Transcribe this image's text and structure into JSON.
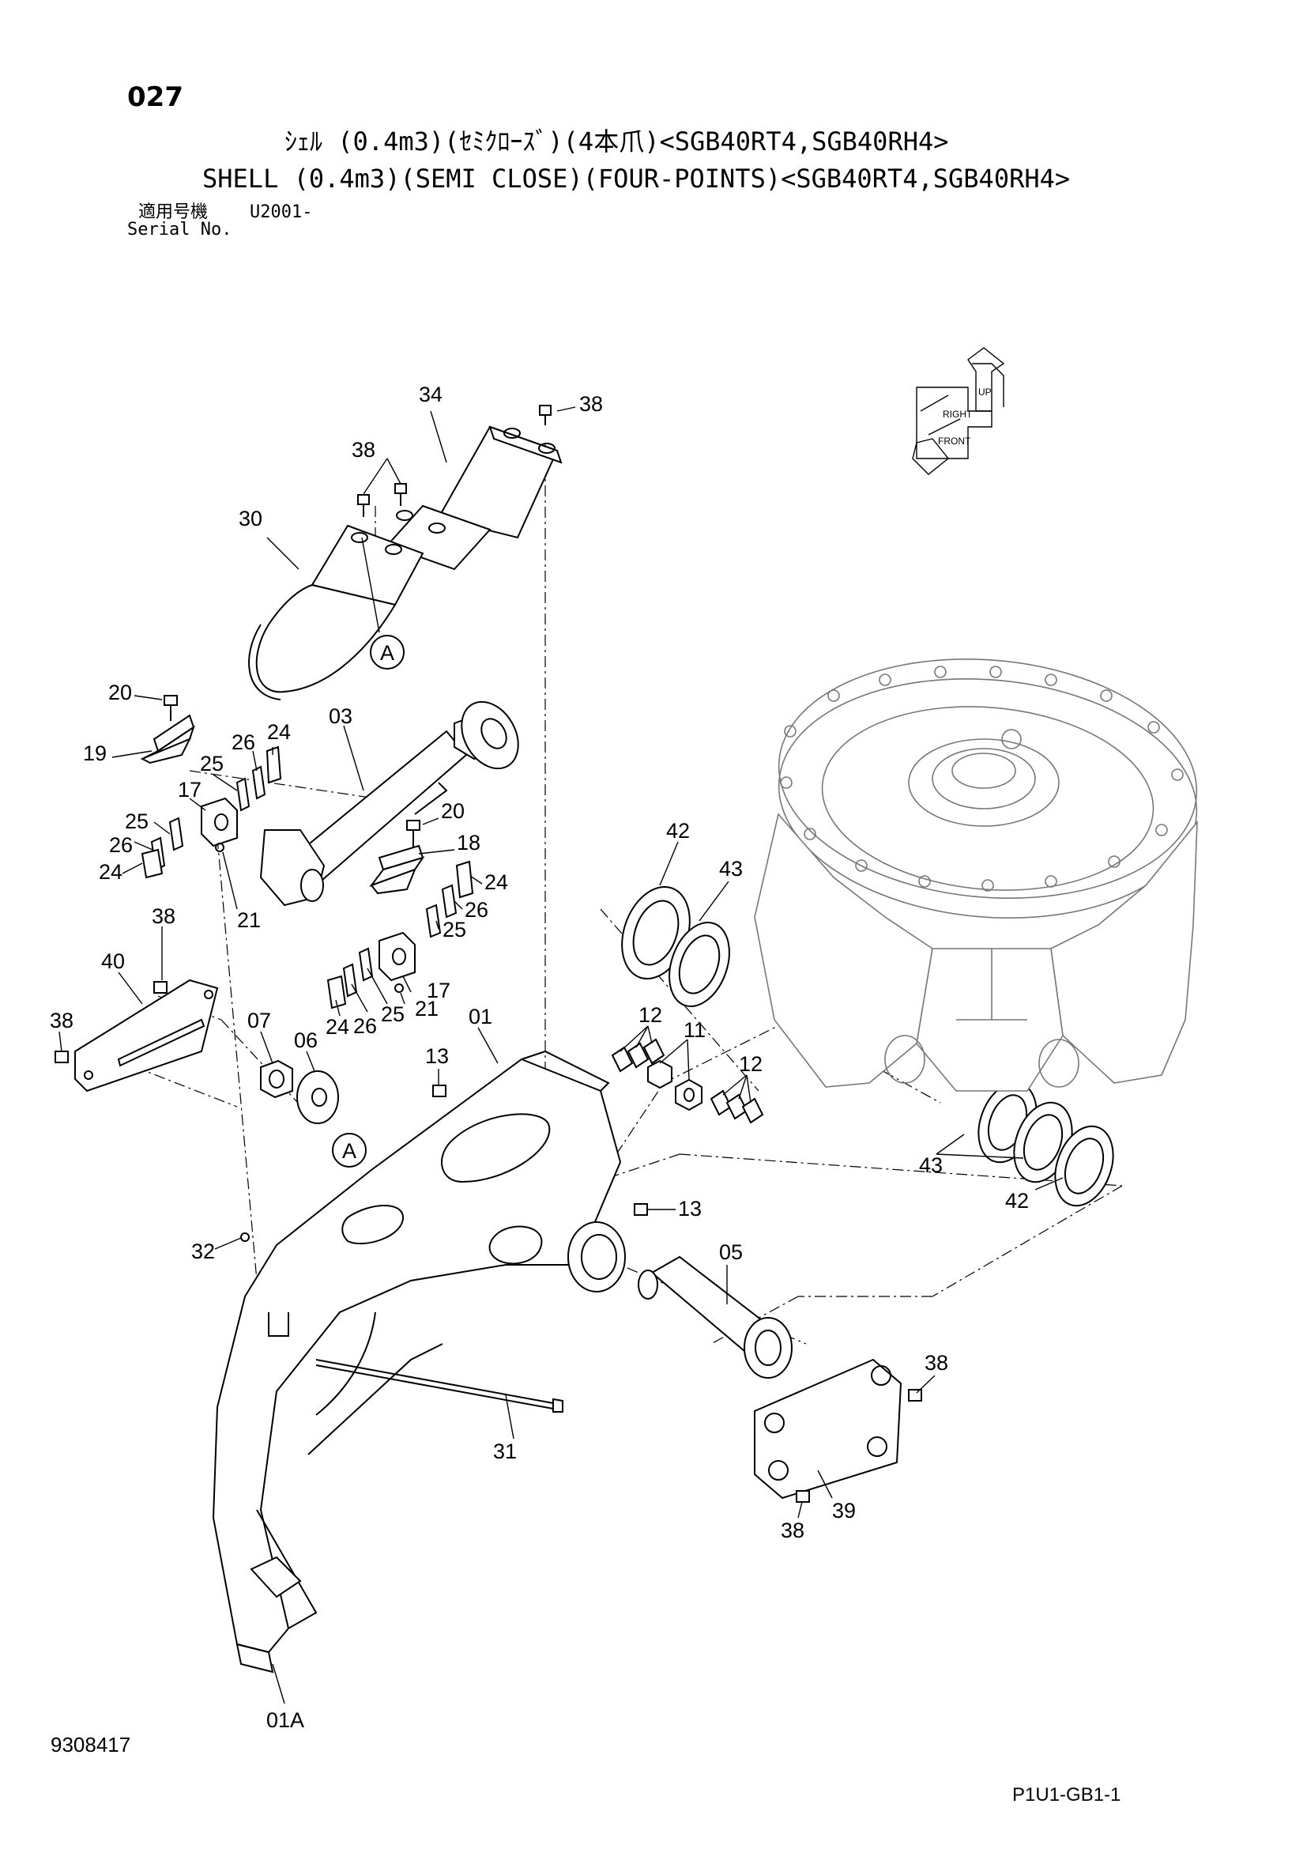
{
  "header": {
    "page_no": "027",
    "title_jp": "ｼｪﾙ (0.4m3)(ｾﾐｸﾛｰｽﾞ)(4本爪)<SGB40RT4,SGB40RH4>",
    "title_en": "SHELL (0.4m3)(SEMI CLOSE)(FOUR-POINTS)<SGB40RT4,SGB40RH4>",
    "serial_label_jp": "適用号機",
    "serial_value": "U2001-",
    "serial_label_en": "Serial No."
  },
  "callouts": [
    {
      "id": "c34",
      "text": "34"
    },
    {
      "id": "c38a",
      "text": "38"
    },
    {
      "id": "c38b",
      "text": "38"
    },
    {
      "id": "c30",
      "text": "30"
    },
    {
      "id": "cA1",
      "text": "A"
    },
    {
      "id": "c20a",
      "text": "20"
    },
    {
      "id": "c19",
      "text": "19"
    },
    {
      "id": "c03",
      "text": "03"
    },
    {
      "id": "c26a",
      "text": "26"
    },
    {
      "id": "c24a",
      "text": "24"
    },
    {
      "id": "c25a",
      "text": "25"
    },
    {
      "id": "c17a",
      "text": "17"
    },
    {
      "id": "c25b",
      "text": "25"
    },
    {
      "id": "c26b",
      "text": "26"
    },
    {
      "id": "c24b",
      "text": "24"
    },
    {
      "id": "c21a",
      "text": "21"
    },
    {
      "id": "c20b",
      "text": "20"
    },
    {
      "id": "c18",
      "text": "18"
    },
    {
      "id": "c24c",
      "text": "24"
    },
    {
      "id": "c26c",
      "text": "26"
    },
    {
      "id": "c25c",
      "text": "25"
    },
    {
      "id": "c17b",
      "text": "17"
    },
    {
      "id": "c21b",
      "text": "21"
    },
    {
      "id": "c25d",
      "text": "25"
    },
    {
      "id": "c26d",
      "text": "26"
    },
    {
      "id": "c24d",
      "text": "24"
    },
    {
      "id": "c42a",
      "text": "42"
    },
    {
      "id": "c43a",
      "text": "43"
    },
    {
      "id": "c38c",
      "text": "38"
    },
    {
      "id": "c40",
      "text": "40"
    },
    {
      "id": "c38d",
      "text": "38"
    },
    {
      "id": "c07",
      "text": "07"
    },
    {
      "id": "c06",
      "text": "06"
    },
    {
      "id": "c01",
      "text": "01"
    },
    {
      "id": "c13a",
      "text": "13"
    },
    {
      "id": "c12a",
      "text": "12"
    },
    {
      "id": "c11",
      "text": "11"
    },
    {
      "id": "c12b",
      "text": "12"
    },
    {
      "id": "cA2",
      "text": "A"
    },
    {
      "id": "c13b",
      "text": "13"
    },
    {
      "id": "c43b",
      "text": "43"
    },
    {
      "id": "c42b",
      "text": "42"
    },
    {
      "id": "c32",
      "text": "32"
    },
    {
      "id": "c05",
      "text": "05"
    },
    {
      "id": "c38e",
      "text": "38"
    },
    {
      "id": "c31",
      "text": "31"
    },
    {
      "id": "c39",
      "text": "39"
    },
    {
      "id": "c38f",
      "text": "38"
    },
    {
      "id": "c01A",
      "text": "01A"
    }
  ],
  "direction_symbol": {
    "labels": [
      "UP",
      "RIGHT",
      "FRONT"
    ]
  },
  "footer": {
    "drawing_no": "9308417",
    "figure_code": "P1U1-GB1-1"
  }
}
